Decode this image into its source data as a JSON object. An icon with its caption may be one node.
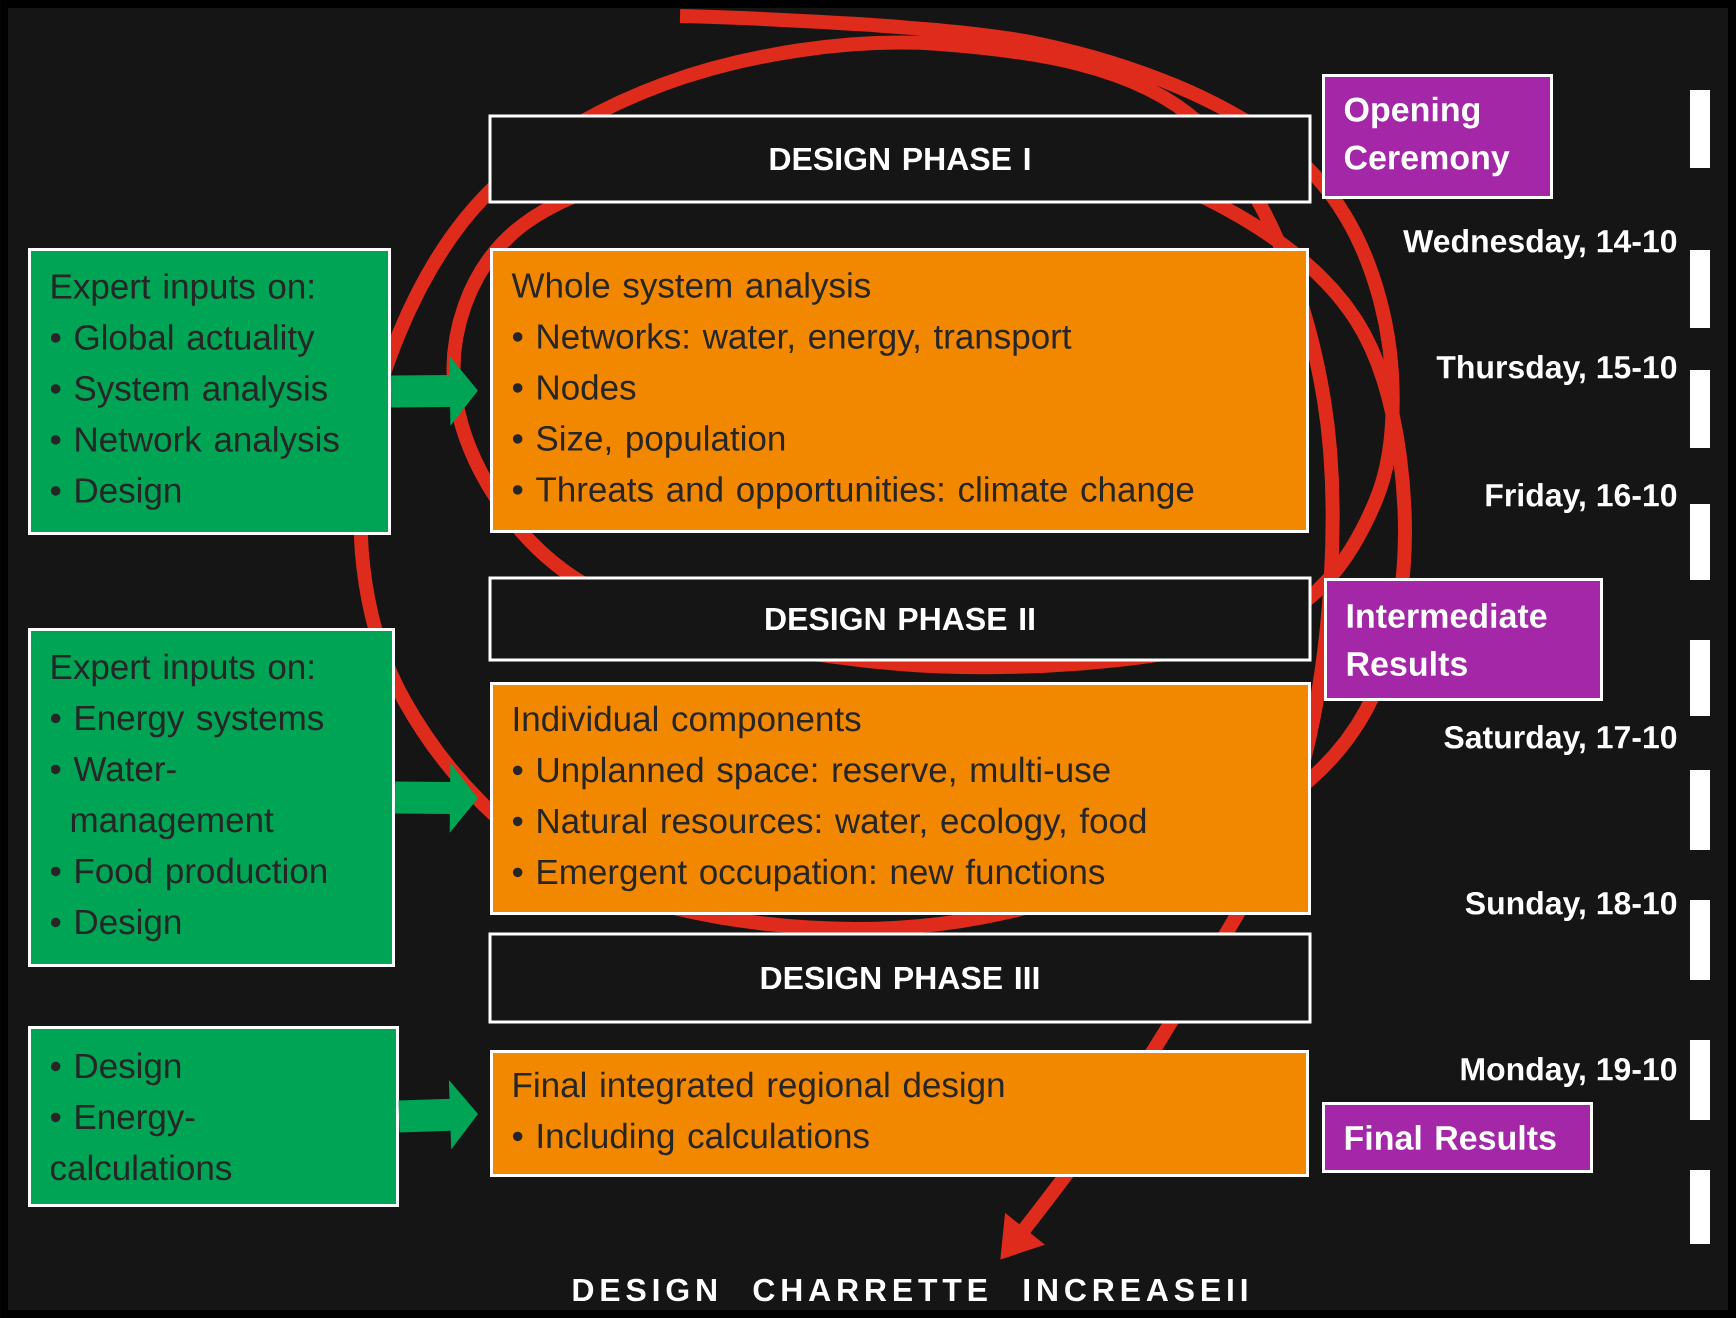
{
  "diagram": {
    "caption": "DESIGN CHARRETTE INCREASEII",
    "nodes": [
      {
        "text": [
          "DESIGN PHASE I"
        ]
      },
      {
        "text": [
          "Opening Ceremony"
        ]
      },
      {
        "text": [
          "Expert inputs on:",
          "• Global actuality",
          "• System analysis",
          "• Network analysis",
          "• Design"
        ]
      },
      {
        "text": [
          "Whole system analysis",
          "• Networks: water, energy, transport",
          "• Nodes",
          "• Size, population",
          "• Threats and opportunities: climate change"
        ]
      },
      {
        "text": [
          "DESIGN PHASE II"
        ]
      },
      {
        "text": [
          "Intermediate Results"
        ]
      },
      {
        "text": [
          "Expert inputs on:",
          "• Energy systems",
          "• Water-management",
          "• Food production",
          "• Design"
        ]
      },
      {
        "text": [
          "Individual components",
          "• Unplanned space: reserve, multi-use",
          "• Natural resources: water, ecology, food",
          "• Emergent occupation: new functions"
        ]
      },
      {
        "text": [
          "DESIGN PHASE III"
        ]
      },
      {
        "text": [
          "• Design",
          "• Energy-calculations"
        ]
      },
      {
        "text": [
          "Final integrated regional design",
          "• Including calculations"
        ]
      },
      {
        "text": [
          "Final Results"
        ]
      }
    ],
    "edges": [
      {
        "from": 2,
        "to": 3,
        "arrow": "to"
      },
      {
        "from": 6,
        "to": 7,
        "arrow": "to"
      },
      {
        "from": 9,
        "to": 10,
        "arrow": "to"
      }
    ],
    "labels": [
      "Wednesday, 14-10",
      "Thursday, 15-10",
      "Friday, 16-10",
      "Saturday, 17-10",
      "Sunday, 18-10",
      "Monday, 19-10"
    ]
  }
}
